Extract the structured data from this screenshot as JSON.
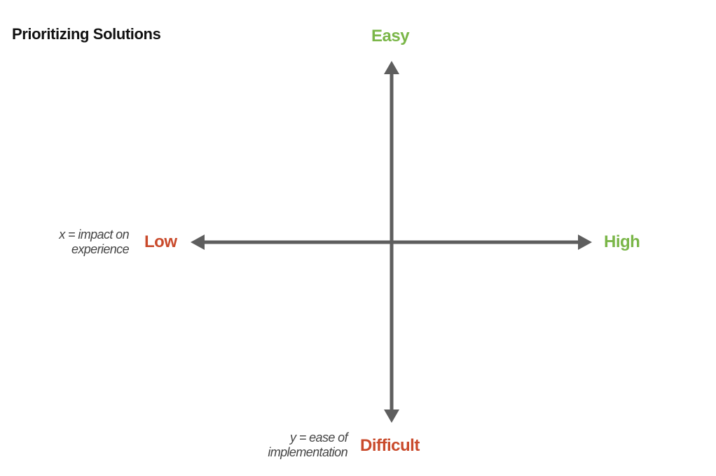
{
  "title": "Prioritizing Solutions",
  "x_axis": {
    "definition_line1": "x = impact on",
    "definition_line2": "experience",
    "low_label": "Low",
    "high_label": "High"
  },
  "y_axis": {
    "definition_line1": "y = ease of",
    "definition_line2": "implementation",
    "high_label": "Easy",
    "low_label": "Difficult"
  },
  "colors": {
    "positive": "#7ab648",
    "negative": "#c94a2b",
    "axis": "#5e5e5e",
    "title": "#111111",
    "note": "#444444"
  }
}
